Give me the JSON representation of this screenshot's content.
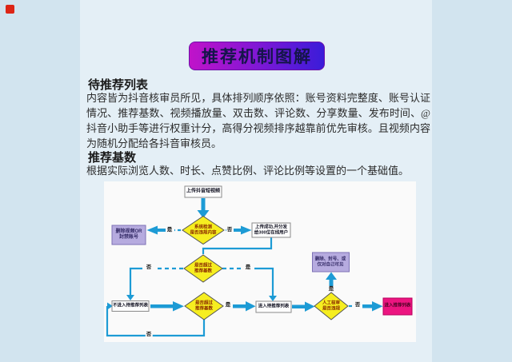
{
  "page": {
    "outer_background": "#d2e4ef",
    "content_background": "#e4eff6"
  },
  "title": {
    "text": "推荐机制图解",
    "gradient_start": "#c013c9",
    "gradient_end": "#3a1cd9",
    "text_color": "#15154a"
  },
  "sections": [
    {
      "heading": "待推荐列表",
      "body": "内容皆为抖音核审员所见，具体排列顺序依照：账号资料完整度、账号认证情况、推荐基数、视频播放量、双击数、评论数、分享数量、发布时间、@抖音小助手等进行权重计分，高得分视频排序越靠前优先审核。且视频内容为随机分配给各抖音审核员。"
    },
    {
      "heading": "推荐基数",
      "body": "根据实际浏览人数、时长、点赞比例、评论比例等设置的一个基础值。"
    }
  ],
  "flowchart": {
    "arrow_color": "#1d9bd5",
    "diamond_color": "#f6ee20",
    "lavender_color": "#b6abdf",
    "magenta_color": "#ec1580",
    "nodes": {
      "upload": "上传抖音短视频",
      "system_check": "系统检测\n是否违规内容",
      "delete_or_ban": "删除视频OR\n封禁账号",
      "upload_success": "上传成功,并分发\n给300位在线用户",
      "exceed_base_a": "是否超过\n推荐基数",
      "not_enter_wait_list": "不进入待推荐列表",
      "exceed_base_b": "是否超过\n推荐基数",
      "enter_wait_list": "进入待推荐列表",
      "manual_review": "人工核审\n是否违规",
      "delete_ban_private": "删除、封号、或\n仅对自己可见",
      "enter_rec_list": "进入推荐列表"
    },
    "edge_labels": {
      "d1_yes": "是",
      "d1_no": "否",
      "d2_no": "否",
      "d2_yes": "是",
      "d3_yes": "是",
      "d3_no": "否",
      "d4_yes": "是",
      "d4_no": "否"
    }
  }
}
